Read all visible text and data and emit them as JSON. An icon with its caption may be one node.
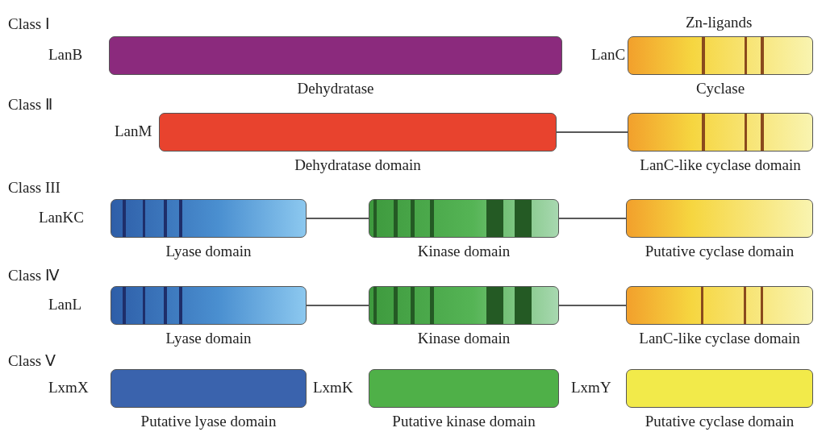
{
  "diagram": {
    "nodes": [
      {
        "text": [
          "Dehydratase"
        ],
        "beside": [
          "LanB"
        ]
      },
      {
        "text": [
          "Cyclase"
        ],
        "beside": [
          "LanC",
          "Zn-ligands"
        ]
      },
      {
        "text": [
          "Dehydratase domain"
        ],
        "beside": [
          "LanM"
        ]
      },
      {
        "text": [
          "LanC-like cyclase domain"
        ]
      },
      {
        "text": [
          "Lyase domain"
        ],
        "beside": [
          "LanKC"
        ]
      },
      {
        "text": [
          "Kinase domain"
        ]
      },
      {
        "text": [
          "Putative cyclase domain"
        ]
      },
      {
        "text": [
          "Lyase domain"
        ],
        "beside": [
          "LanL"
        ]
      },
      {
        "text": [
          "Kinase domain"
        ]
      },
      {
        "text": [
          "LanC-like cyclase domain"
        ]
      },
      {
        "text": [
          "Putative lyase domain"
        ],
        "beside": [
          "LxmX"
        ]
      },
      {
        "text": [
          "Putative kinase domain"
        ],
        "beside": [
          "LxmK"
        ]
      },
      {
        "text": [
          "Putative cyclase domain"
        ],
        "beside": [
          "LxmY"
        ]
      }
    ],
    "edges": [
      {
        "from": 2,
        "to": 3,
        "arrow": "none"
      },
      {
        "from": 4,
        "to": 5,
        "arrow": "none"
      },
      {
        "from": 5,
        "to": 6,
        "arrow": "none"
      },
      {
        "from": 7,
        "to": 8,
        "arrow": "none"
      },
      {
        "from": 8,
        "to": 9,
        "arrow": "none"
      }
    ],
    "labels": [
      "Class Ⅰ",
      "Class Ⅱ",
      "Class III",
      "Class Ⅳ",
      "Class Ⅴ"
    ]
  }
}
